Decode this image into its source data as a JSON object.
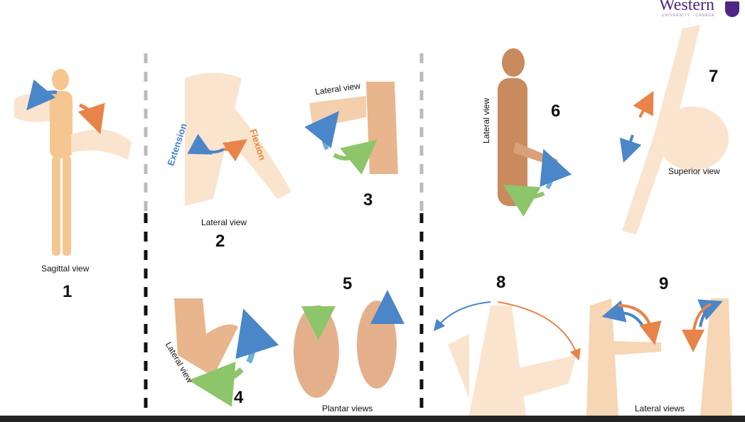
{
  "logo": {
    "word": "Western",
    "sub": "UNIVERSITY · CANADA",
    "color": "#4f2683"
  },
  "panels": {
    "p1": {
      "number": "1",
      "view": "Sagittal view"
    },
    "p2": {
      "number": "2",
      "view": "Lateral view",
      "extension": "Extension",
      "flexion": "Flexion"
    },
    "p3": {
      "number": "3",
      "view": "Lateral view"
    },
    "p4": {
      "number": "4",
      "view": "Lateral view"
    },
    "p5": {
      "number": "5",
      "view": "Plantar views"
    },
    "p6": {
      "number": "6",
      "view": "Lateral view"
    },
    "p7": {
      "number": "7",
      "view": "Superior view"
    },
    "p8": {
      "number": "8"
    },
    "p9": {
      "number": "9",
      "view": "Lateral views"
    }
  },
  "colors": {
    "skin": "#f9dcbc",
    "skin_dark": "#c98a5e",
    "blue_arrow": "#4a86c8",
    "orange_arrow": "#e8844a",
    "green_arrow": "#8cc56a",
    "extension_text": "#3f7fcf",
    "flexion_text": "#e8843f"
  }
}
